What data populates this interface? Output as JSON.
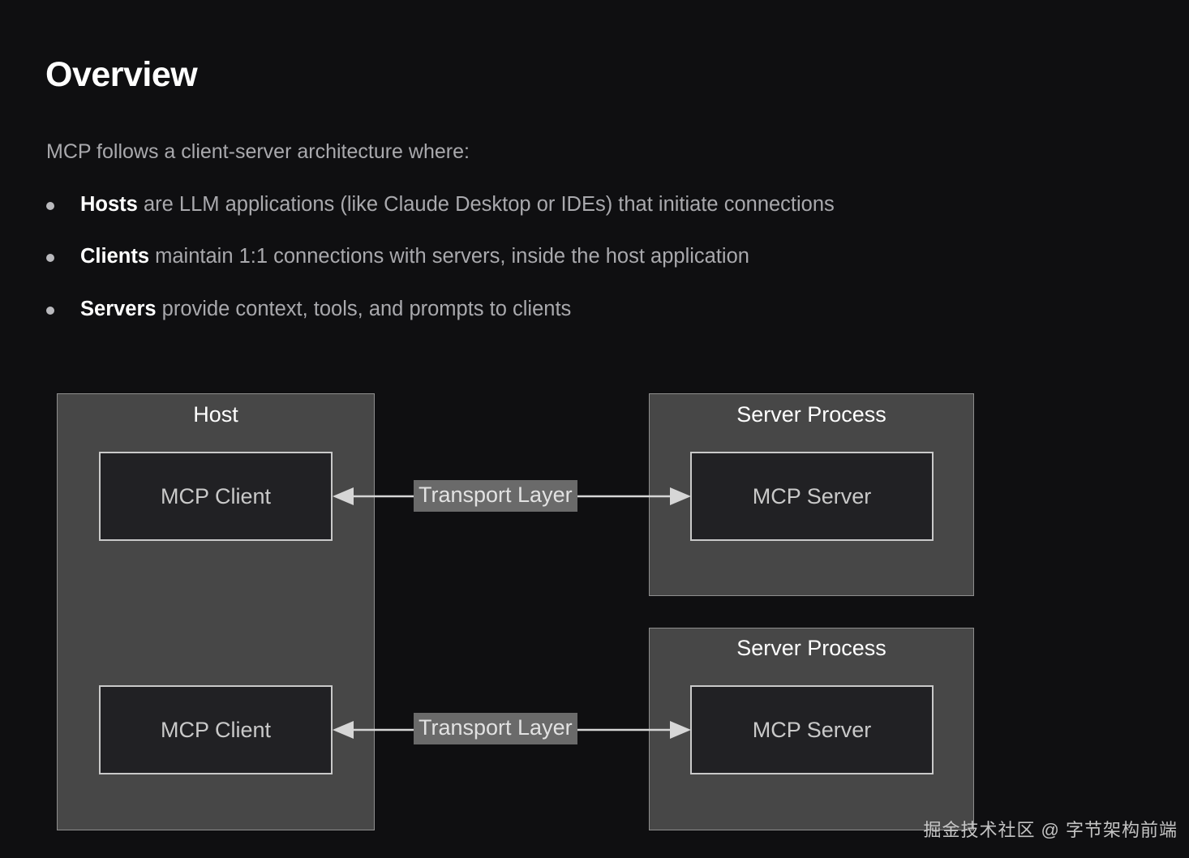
{
  "page": {
    "title": "Overview",
    "intro": "MCP follows a client-server architecture where:",
    "background_color": "#0f0f11"
  },
  "bullets": [
    {
      "term": "Hosts",
      "rest": " are LLM applications (like Claude Desktop or IDEs) that initiate connections"
    },
    {
      "term": "Clients",
      "rest": " maintain 1:1 connections with servers, inside the host application"
    },
    {
      "term": "Servers",
      "rest": " provide context, tools, and prompts to clients"
    }
  ],
  "diagram": {
    "host_group_title": "Host",
    "server_group_1_title": "Server Process",
    "server_group_2_title": "Server Process",
    "client_node_1": "MCP Client",
    "client_node_2": "MCP Client",
    "server_node_1": "MCP Server",
    "server_node_2": "MCP Server",
    "transport_label_1": "Transport Layer",
    "transport_label_2": "Transport Layer",
    "colors": {
      "group_fill": "#474747",
      "group_border": "#8e8e8e",
      "node_fill": "#212124",
      "node_border": "#c9c9c9",
      "node_text": "#c9c9c9",
      "group_title_text": "#ffffff",
      "connector": "#d6d6d6",
      "transport_label_bg": "#6a6a6a"
    }
  },
  "watermark": "掘金技术社区 @ 字节架构前端"
}
